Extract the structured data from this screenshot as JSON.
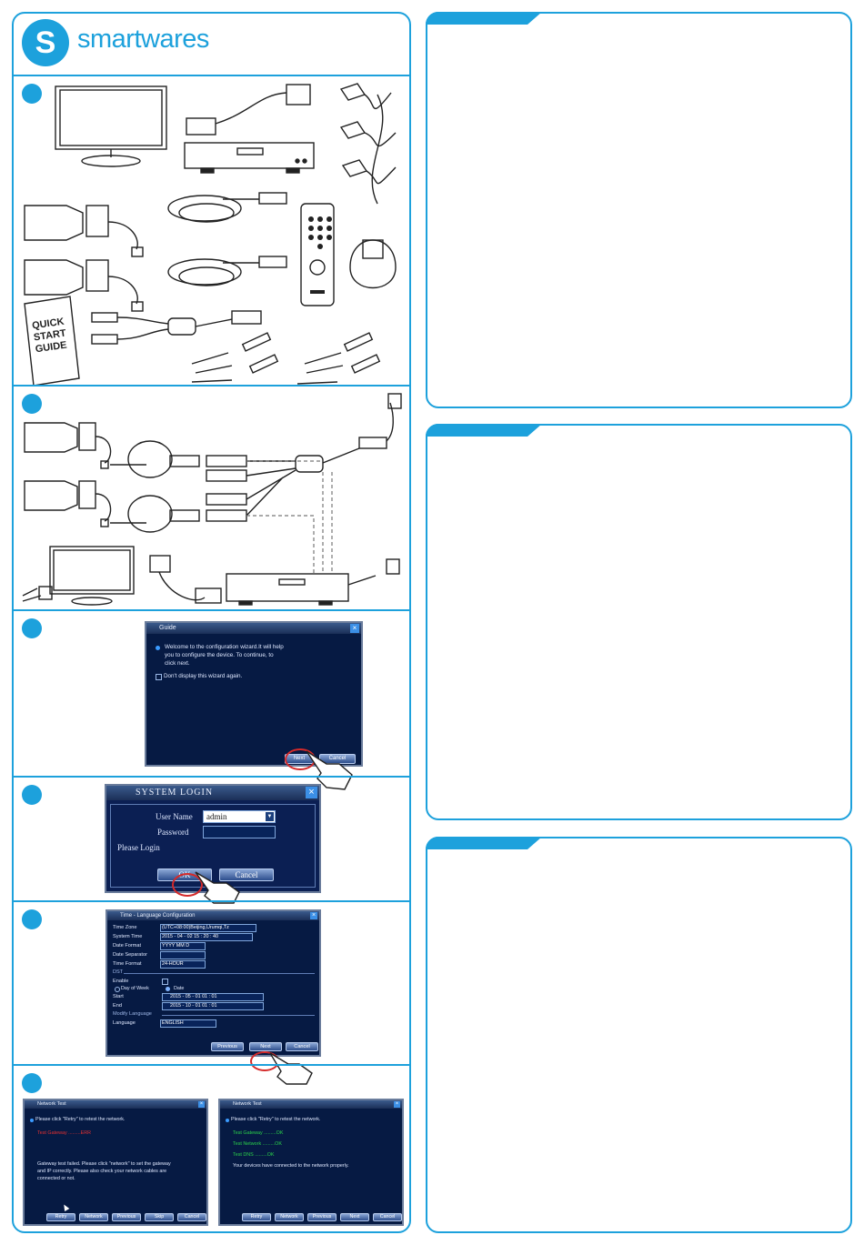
{
  "brand": {
    "logo_letter": "S",
    "name": "smartwares"
  },
  "box_contents": {
    "guide_cover": [
      "QUICK",
      "START",
      "GUIDE"
    ]
  },
  "guide_dialog": {
    "title": "Guide",
    "welcome": [
      "Welcome to the configuration wizard.It will help",
      "you to configure the device. To continue, to",
      "click next."
    ],
    "checkbox_label": "Don't display this wizard again.",
    "next": "Next",
    "cancel": "Cancel"
  },
  "login_dialog": {
    "title": "SYSTEM LOGIN",
    "user_label": "User Name",
    "user_value": "admin",
    "password_label": "Password",
    "status": "Please Login",
    "ok": "OK",
    "cancel": "Cancel"
  },
  "time_dialog": {
    "title": "Time - Language Configuration",
    "time_zone_label": "Time Zone",
    "time_zone_value": "(UTC+08:00)Beijing,Urumqi,Tz",
    "system_time_label": "System Time",
    "system_time_value": "2015 - 04 - 02   15 : 20 : 40",
    "date_format_label": "Date Format",
    "date_format_value": "YYYY MM D",
    "date_sep_label": "Date Separator",
    "time_format_label": "Time Format",
    "time_format_value": "24-HOUR",
    "dst_label": "DST",
    "enable_label": "Enable",
    "day_of_week": "Day of Week",
    "date_opt": "Date",
    "start_label": "Start",
    "start_value": "2015 - 05 - 01   01 : 01",
    "end_label": "End",
    "end_value": "2015 - 10 - 01   01 : 01",
    "modify_lang_label": "Modify Language",
    "language_label": "Language",
    "language_value": "ENGLISH",
    "previous": "Previous",
    "next": "Next",
    "cancel": "Cancel"
  },
  "network_fail": {
    "title": "Network Test",
    "retry_msg": "Please click \"Retry\" to retest the network.",
    "gateway_line": "Test Gateway .........ERR",
    "fail_msg": [
      "Gateway test failed. Please click \"network\" to set the gateway",
      "and IP correctly. Please also check your network cables are",
      "connected or not."
    ],
    "buttons": [
      "Retry",
      "Network",
      "Previous",
      "Skip",
      "Cancel"
    ]
  },
  "network_ok": {
    "title": "Network Test",
    "retry_msg": "Please click \"Retry\" to retest the network.",
    "lines": [
      "Test Gateway .........OK",
      "Test Network .........OK",
      "Test DNS .........OK"
    ],
    "ok_msg": "Your devices have connected to the network properly.",
    "buttons": [
      "Retry",
      "Network",
      "Previous",
      "Next",
      "Cancel"
    ]
  },
  "colors": {
    "accent": "#1da1dc",
    "screen_bg": "#061a43",
    "error": "#e53030",
    "success": "#2bd14a"
  }
}
